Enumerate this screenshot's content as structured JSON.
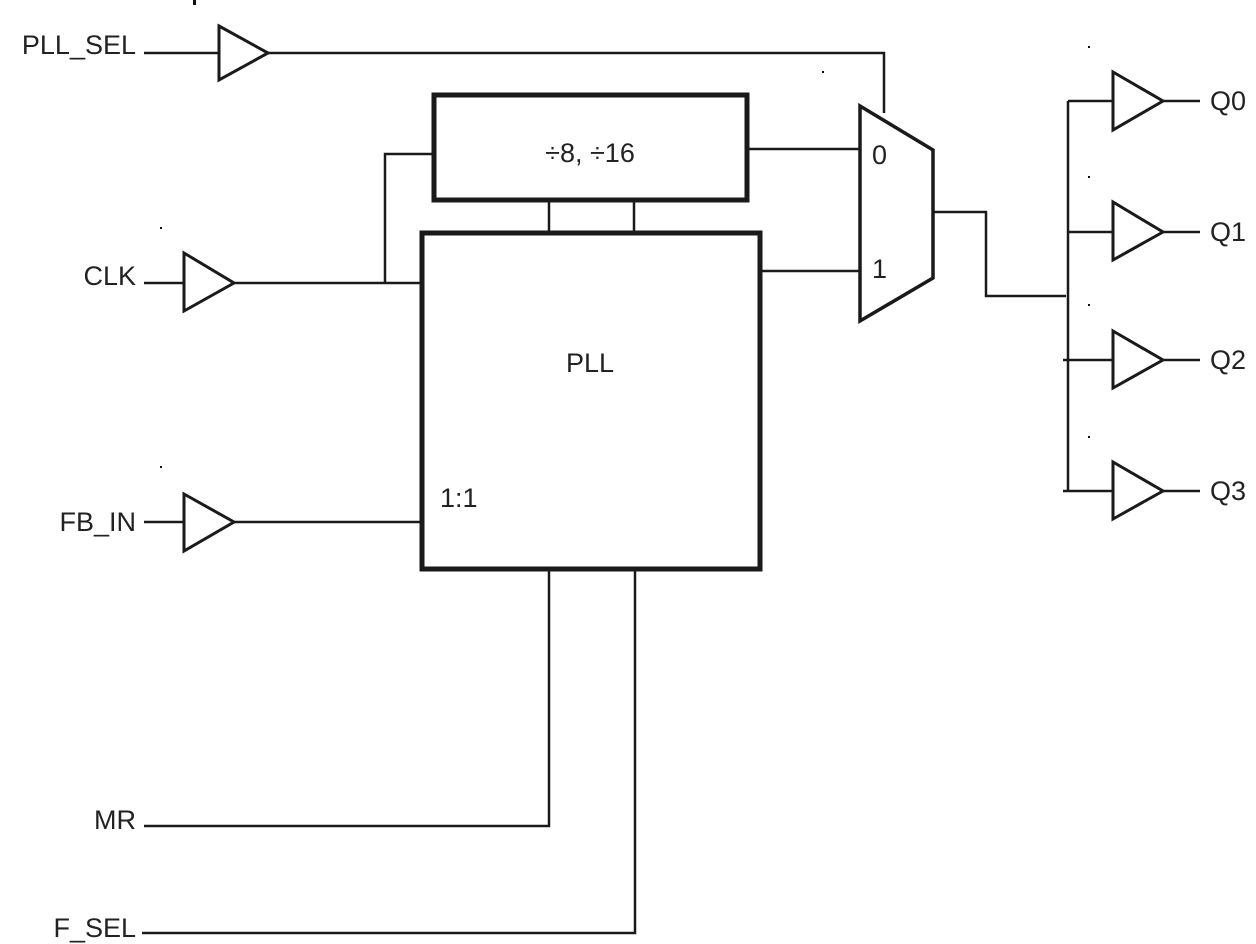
{
  "diagram": {
    "title": "",
    "inputs": {
      "pll_sel": "PLL_SEL",
      "clk": "CLK",
      "fb_in": "FB_IN",
      "mr": "MR",
      "f_sel": "F_SEL"
    },
    "blocks": {
      "divider": "÷8, ÷16",
      "pll": "PLL",
      "pll_ratio": "1:1"
    },
    "mux": {
      "input0": "0",
      "input1": "1"
    },
    "outputs": [
      "Q0",
      "Q1",
      "Q2",
      "Q3"
    ]
  }
}
